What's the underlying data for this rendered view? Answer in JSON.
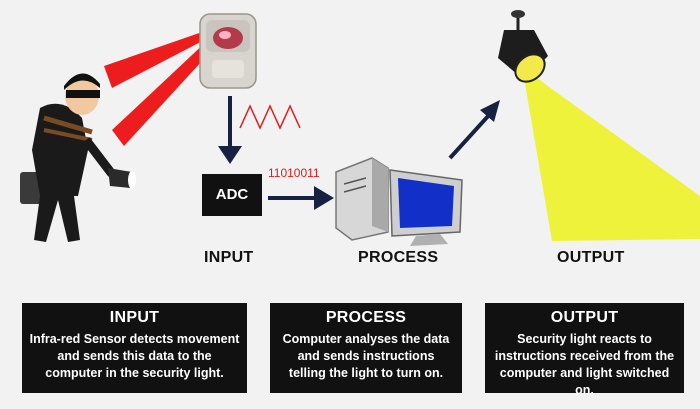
{
  "diagram": {
    "adc_label": "ADC",
    "binary_data": "11010011",
    "stages": [
      "INPUT",
      "PROCESS",
      "OUTPUT"
    ],
    "boxes": [
      {
        "title": "INPUT",
        "lines": [
          "Infra-red Sensor detects movement",
          "and sends this data to the",
          "computer in the security light."
        ]
      },
      {
        "title": "PROCESS",
        "lines": [
          "Computer analyses the data",
          "and sends instructions",
          "telling the light to turn on."
        ]
      },
      {
        "title": "OUTPUT",
        "lines": [
          "Security light reacts to",
          "instructions received from the",
          "computer and light switched on."
        ]
      }
    ],
    "colors": {
      "background": "#f2f2f2",
      "box_fill": "#111111",
      "arrow": "#16223f",
      "infrared_beam": "#ee1d1d",
      "light_beam": "#eef23a",
      "binary_text": "#e01b1b"
    }
  }
}
